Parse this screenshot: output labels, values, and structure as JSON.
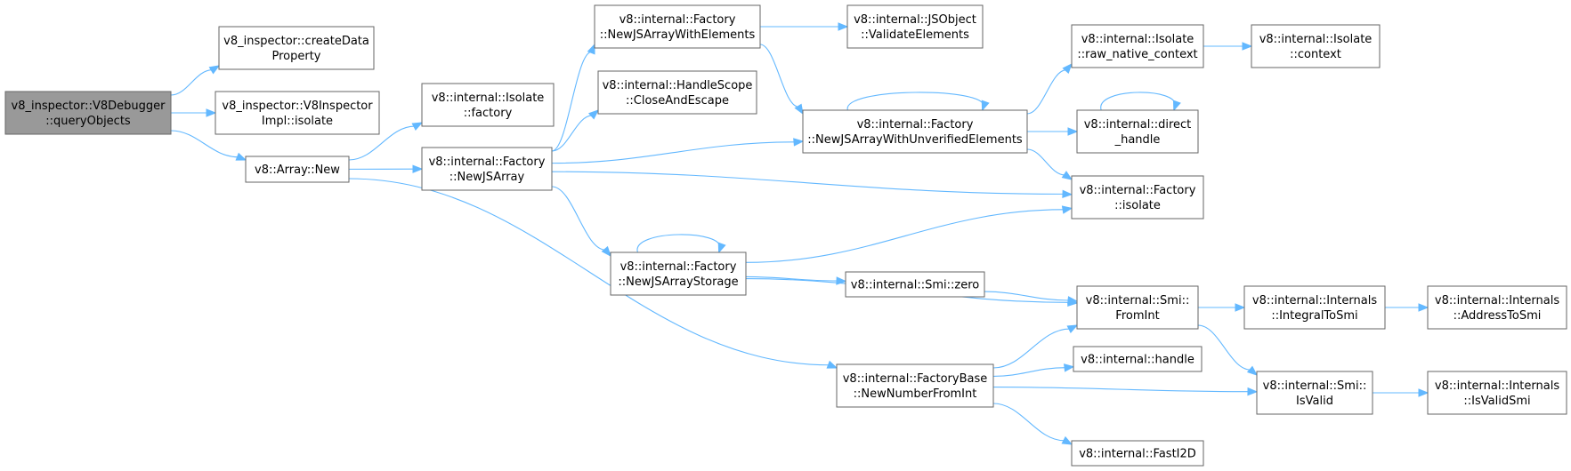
{
  "graph": {
    "nodes": [
      {
        "id": "queryObjects",
        "lines": [
          "v8_inspector::V8Debugger",
          "::queryObjects"
        ],
        "root": true
      },
      {
        "id": "createDataProperty",
        "lines": [
          "v8_inspector::createData",
          "Property"
        ]
      },
      {
        "id": "inspectorIsolate",
        "lines": [
          "v8_inspector::V8Inspector",
          "Impl::isolate"
        ]
      },
      {
        "id": "arrayNew",
        "lines": [
          "v8::Array::New"
        ]
      },
      {
        "id": "isolateFactory",
        "lines": [
          "v8::internal::Isolate",
          "::factory"
        ]
      },
      {
        "id": "newJSArray",
        "lines": [
          "v8::internal::Factory",
          "::NewJSArray"
        ]
      },
      {
        "id": "newJSArrayWithElements",
        "lines": [
          "v8::internal::Factory",
          "::NewJSArrayWithElements"
        ]
      },
      {
        "id": "closeAndEscape",
        "lines": [
          "v8::internal::HandleScope",
          "::CloseAndEscape"
        ]
      },
      {
        "id": "newJSArrayStorage",
        "lines": [
          "v8::internal::Factory",
          "::NewJSArrayStorage"
        ]
      },
      {
        "id": "newNumberFromInt",
        "lines": [
          "v8::internal::FactoryBase",
          "::NewNumberFromInt"
        ]
      },
      {
        "id": "validateElements",
        "lines": [
          "v8::internal::JSObject",
          "::ValidateElements"
        ]
      },
      {
        "id": "newJSArrayUnverified",
        "lines": [
          "v8::internal::Factory",
          "::NewJSArrayWithUnverifiedElements"
        ]
      },
      {
        "id": "smiZero",
        "lines": [
          "v8::internal::Smi::zero"
        ]
      },
      {
        "id": "rawNativeContext",
        "lines": [
          "v8::internal::Isolate",
          "::raw_native_context"
        ]
      },
      {
        "id": "directHandle",
        "lines": [
          "v8::internal::direct",
          "_handle"
        ]
      },
      {
        "id": "factoryIsolate",
        "lines": [
          "v8::internal::Factory",
          "::isolate"
        ]
      },
      {
        "id": "smiFromInt",
        "lines": [
          "v8::internal::Smi::",
          "FromInt"
        ]
      },
      {
        "id": "handle",
        "lines": [
          "v8::internal::handle"
        ]
      },
      {
        "id": "fastI2D",
        "lines": [
          "v8::internal::FastI2D"
        ]
      },
      {
        "id": "isolateContext",
        "lines": [
          "v8::internal::Isolate",
          "::context"
        ]
      },
      {
        "id": "integralToSmi",
        "lines": [
          "v8::internal::Internals",
          "::IntegralToSmi"
        ]
      },
      {
        "id": "smiIsValid",
        "lines": [
          "v8::internal::Smi::",
          "IsValid"
        ]
      },
      {
        "id": "addressToSmi",
        "lines": [
          "v8::internal::Internals",
          "::AddressToSmi"
        ]
      },
      {
        "id": "isValidSmi",
        "lines": [
          "v8::internal::Internals",
          "::IsValidSmi"
        ]
      }
    ],
    "edges": [
      [
        "queryObjects",
        "createDataProperty"
      ],
      [
        "queryObjects",
        "inspectorIsolate"
      ],
      [
        "queryObjects",
        "arrayNew"
      ],
      [
        "arrayNew",
        "isolateFactory"
      ],
      [
        "arrayNew",
        "newJSArray"
      ],
      [
        "arrayNew",
        "newNumberFromInt"
      ],
      [
        "newJSArray",
        "newJSArrayWithElements"
      ],
      [
        "newJSArray",
        "closeAndEscape"
      ],
      [
        "newJSArray",
        "newJSArrayUnverified"
      ],
      [
        "newJSArray",
        "factoryIsolate"
      ],
      [
        "newJSArray",
        "newJSArrayStorage"
      ],
      [
        "newJSArrayWithElements",
        "validateElements"
      ],
      [
        "newJSArrayWithElements",
        "newJSArrayUnverified"
      ],
      [
        "newJSArrayUnverified",
        "newJSArrayUnverified"
      ],
      [
        "newJSArrayUnverified",
        "rawNativeContext"
      ],
      [
        "newJSArrayUnverified",
        "directHandle"
      ],
      [
        "newJSArrayUnverified",
        "factoryIsolate"
      ],
      [
        "rawNativeContext",
        "isolateContext"
      ],
      [
        "directHandle",
        "directHandle"
      ],
      [
        "newJSArrayStorage",
        "newJSArrayStorage"
      ],
      [
        "newJSArrayStorage",
        "factoryIsolate"
      ],
      [
        "newJSArrayStorage",
        "smiZero"
      ],
      [
        "newJSArrayStorage",
        "smiFromInt"
      ],
      [
        "smiZero",
        "smiFromInt"
      ],
      [
        "smiFromInt",
        "integralToSmi"
      ],
      [
        "smiFromInt",
        "smiIsValid"
      ],
      [
        "integralToSmi",
        "addressToSmi"
      ],
      [
        "newNumberFromInt",
        "smiFromInt"
      ],
      [
        "newNumberFromInt",
        "handle"
      ],
      [
        "newNumberFromInt",
        "smiIsValid"
      ],
      [
        "newNumberFromInt",
        "fastI2D"
      ],
      [
        "smiIsValid",
        "isValidSmi"
      ]
    ]
  },
  "colors": {
    "edge": "#63b8ff",
    "root_fill": "#999999",
    "node_border": "#666666",
    "node_fill": "#ffffff"
  }
}
